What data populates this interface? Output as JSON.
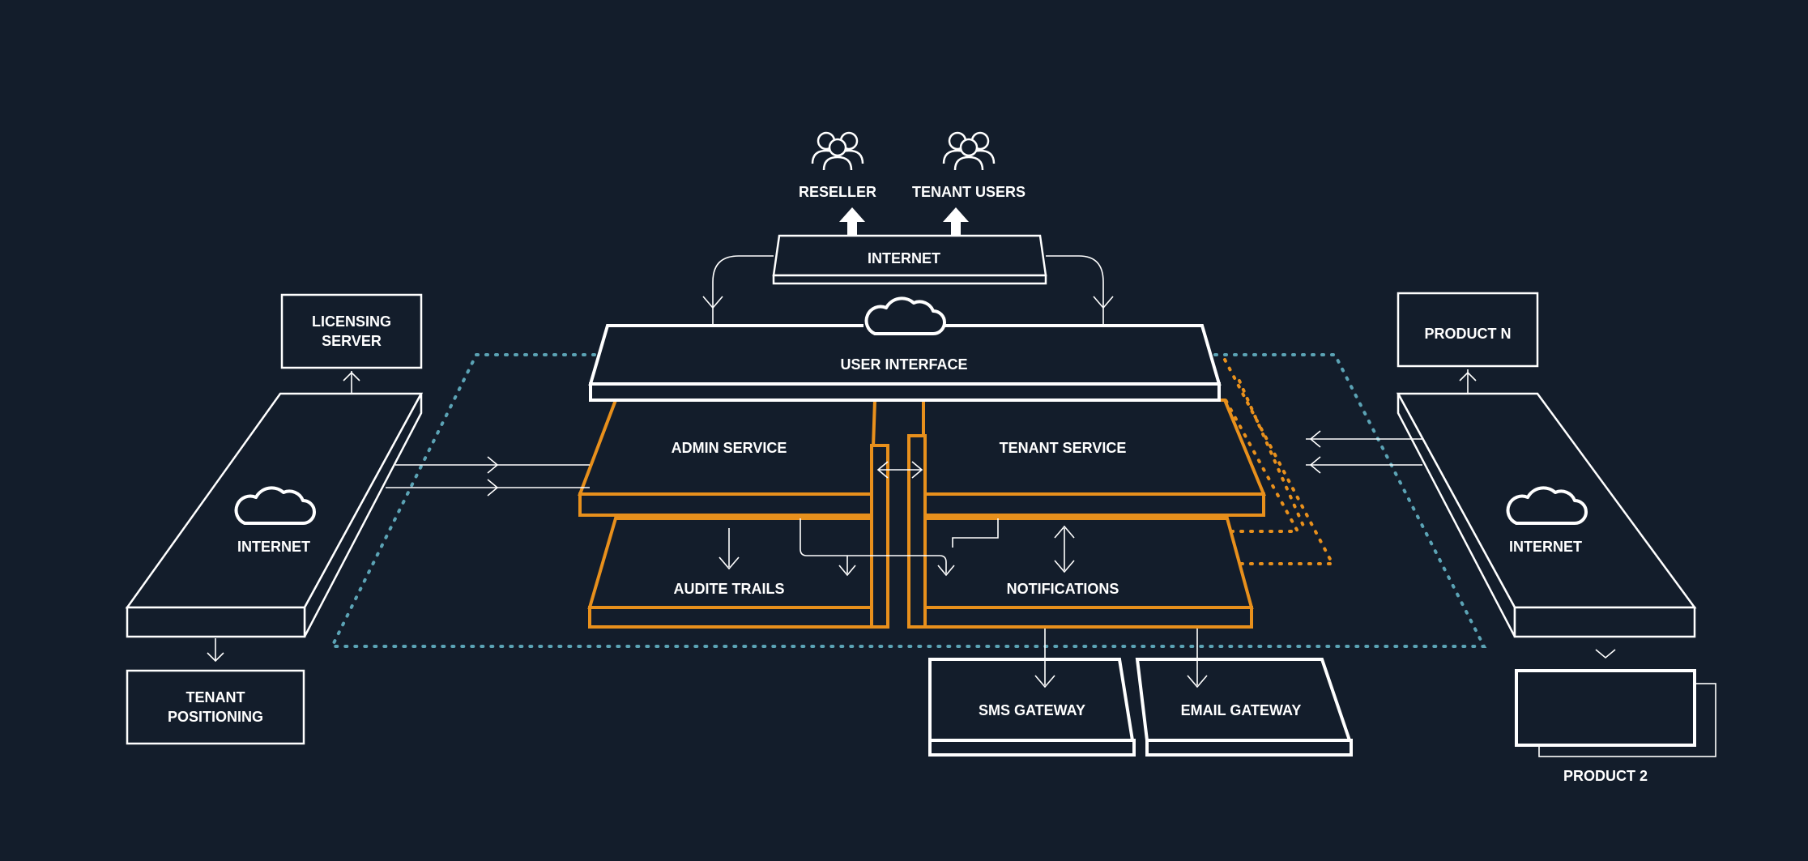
{
  "colors": {
    "background": "#131d2b",
    "line": "#ffffff",
    "service_outline": "#e8901c",
    "boundary_dots": "#5ba3b5"
  },
  "labels": {
    "reseller": "RESELLER",
    "tenant_users": "TENANT USERS",
    "internet_top": "INTERNET",
    "user_interface": "USER INTERFACE",
    "admin_service": "ADMIN SERVICE",
    "tenant_service": "TENANT SERVICE",
    "audit_trails": "AUDITE TRAILS",
    "notifications": "NOTIFICATIONS",
    "licensing_server_line1": "LICENSING",
    "licensing_server_line2": "SERVER",
    "internet_left": "INTERNET",
    "tenant_positioning_line1": "TENANT",
    "tenant_positioning_line2": "POSITIONING",
    "product_n": "PRODUCT N",
    "internet_right": "INTERNET",
    "product_2": "PRODUCT 2",
    "sms_gateway": "SMS GATEWAY",
    "email_gateway": "EMAIL GATEWAY"
  },
  "icons": [
    "users-icon",
    "cloud-icon",
    "bidirectional-arrow-icon"
  ]
}
